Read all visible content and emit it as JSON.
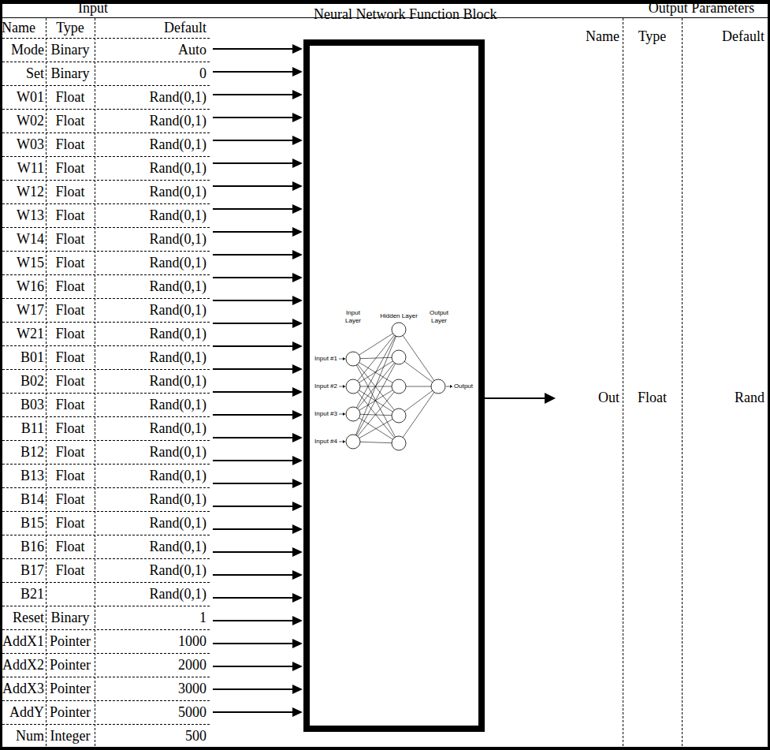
{
  "diagram": {
    "nodes": [
      {
        "text": [
          "Neural Network Function Block"
        ]
      }
    ],
    "labels": [
      "Input",
      "Name",
      "Type",
      "Default",
      "Mode",
      "Binary",
      "Auto",
      "Set",
      "Binary",
      "0",
      "W01",
      "Float",
      "Rand(0,1)",
      "W02",
      "Float",
      "Rand(0,1)",
      "W03",
      "Float",
      "Rand(0,1)",
      "W11",
      "Float",
      "Rand(0,1)",
      "W12",
      "Float",
      "Rand(0,1)",
      "W13",
      "Float",
      "Rand(0,1)",
      "W14",
      "Float",
      "Rand(0,1)",
      "W15",
      "Float",
      "Rand(0,1)",
      "W16",
      "Float",
      "Rand(0,1)",
      "W17",
      "Float",
      "Rand(0,1)",
      "W21",
      "Float",
      "Rand(0,1)",
      "B01",
      "Float",
      "Rand(0,1)",
      "B02",
      "Float",
      "Rand(0,1)",
      "B03",
      "Float",
      "Rand(0,1)",
      "B11",
      "Float",
      "Rand(0,1)",
      "B12",
      "Float",
      "Rand(0,1)",
      "B13",
      "Float",
      "Rand(0,1)",
      "B14",
      "Float",
      "Rand(0,1)",
      "B15",
      "Float",
      "Rand(0,1)",
      "B16",
      "Float",
      "Rand(0,1)",
      "B17",
      "Float",
      "Rand(0,1)",
      "B21",
      "Rand(0,1)",
      "Reset",
      "Binary",
      "1",
      "AddX1",
      "Pointer",
      "1000",
      "AddX2",
      "Pointer",
      "2000",
      "AddX3",
      "Pointer",
      "3000",
      "AddY",
      "Pointer",
      "5000",
      "Num",
      "Integer",
      "500",
      "Output Parameters",
      "Name",
      "Type",
      "Default",
      "Out",
      "Float",
      "Rand",
      "Input Layer",
      "Hidden Layer",
      "Output Layer",
      "Input #1",
      "Input #2",
      "Input #3",
      "Input #4",
      "Output"
    ]
  }
}
